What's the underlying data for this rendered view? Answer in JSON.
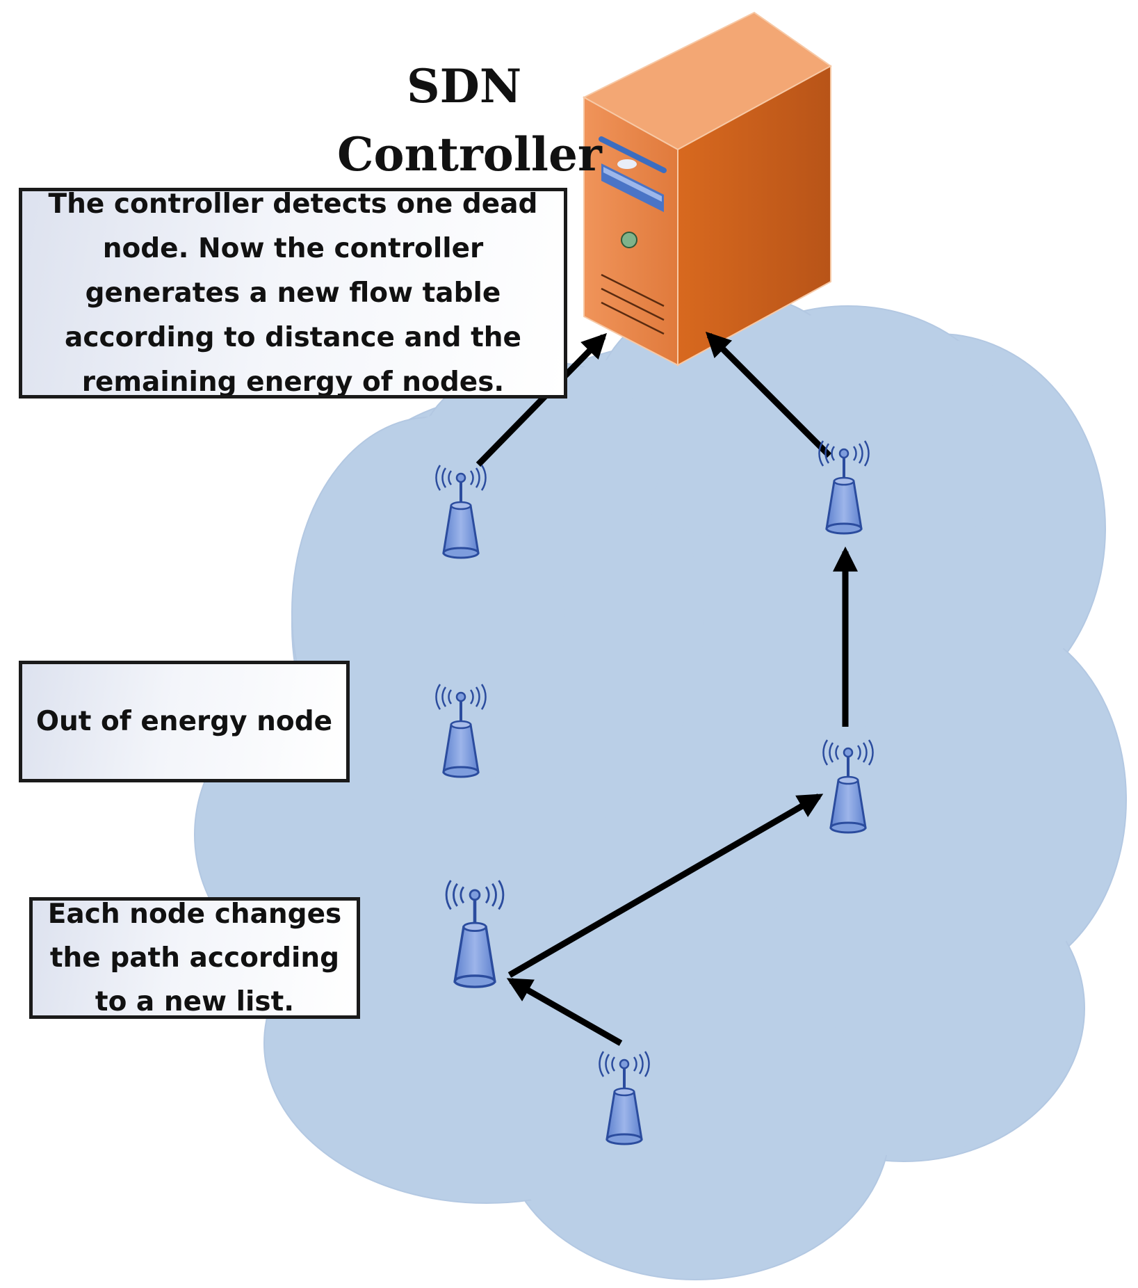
{
  "controller": {
    "title_line1": "SDN",
    "title_line2": "Controller"
  },
  "callouts": {
    "controller_note": "The controller detects one dead\nnode. Now the controller\ngenerates a new flow table\naccording to distance and the\nremaining energy of nodes.",
    "dead_node_note": "Out of energy node",
    "path_note": "Each node changes\nthe path according\nto a new list."
  },
  "colors": {
    "cloud": "#bacfe7",
    "server_front": "#e8834a",
    "server_side": "#c85a1a",
    "server_top": "#f3a774",
    "node_fill": "#7e9ddd",
    "node_stroke": "#2b4c9e",
    "arrow": "#000000"
  },
  "icons": {
    "server": "server-tower-icon",
    "node": "wireless-sensor-node-icon"
  }
}
